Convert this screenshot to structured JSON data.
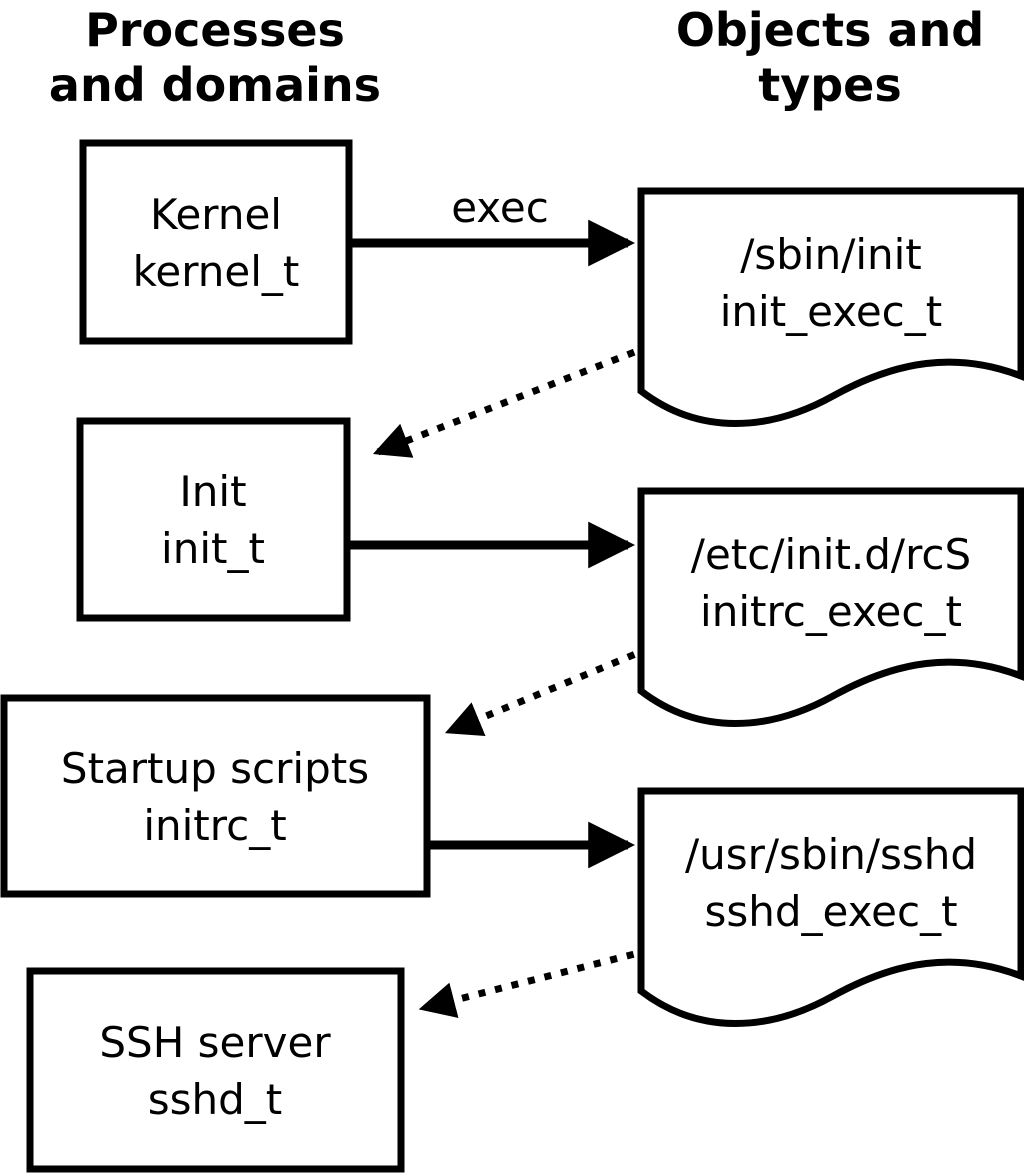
{
  "diagram": {
    "title_left": {
      "line1": "Processes",
      "line2": "and domains"
    },
    "title_right": {
      "line1": "Objects and",
      "line2": "types"
    },
    "processes": [
      {
        "name": "Kernel",
        "domain": "kernel_t"
      },
      {
        "name": "Init",
        "domain": "init_t"
      },
      {
        "name": "Startup scripts",
        "domain": "initrc_t"
      },
      {
        "name": "SSH server",
        "domain": "sshd_t"
      }
    ],
    "objects": [
      {
        "path": "/sbin/init",
        "type": "init_exec_t"
      },
      {
        "path": "/etc/init.d/rcS",
        "type": "initrc_exec_t"
      },
      {
        "path": "/usr/sbin/sshd",
        "type": "sshd_exec_t"
      }
    ],
    "exec_label": "exec",
    "colors": {
      "line": "#000000",
      "shape_fill": "#ffffff",
      "background": "#ffffff"
    }
  }
}
